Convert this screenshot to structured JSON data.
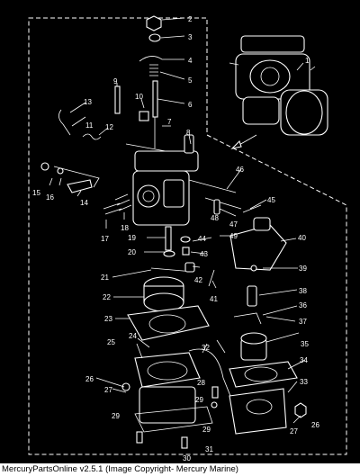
{
  "caption": "MercuryPartsOnline v2.5.1 (Image Copyright- Mercury Marine)",
  "callouts": [
    "1",
    "2",
    "3",
    "4",
    "5",
    "6",
    "7",
    "8",
    "9",
    "10",
    "11",
    "12",
    "13",
    "14",
    "15",
    "16",
    "17",
    "18",
    "19",
    "20",
    "21",
    "22",
    "23",
    "24",
    "25",
    "26",
    "27",
    "28",
    "29",
    "30",
    "31",
    "32",
    "33",
    "34",
    "35",
    "36",
    "37",
    "38",
    "39",
    "40",
    "41",
    "42",
    "43",
    "44",
    "45",
    "46",
    "47",
    "48",
    "49",
    "26",
    "27",
    "29",
    "29"
  ]
}
